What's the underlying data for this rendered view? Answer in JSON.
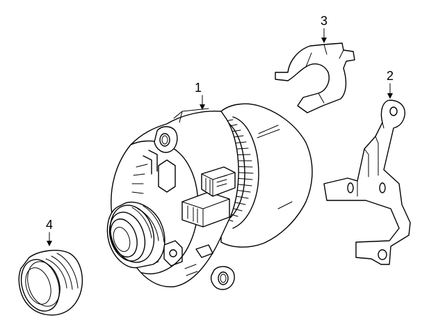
{
  "callouts": [
    {
      "id": "alternator",
      "label": "1"
    },
    {
      "id": "bracket",
      "label": "2"
    },
    {
      "id": "cover",
      "label": "3"
    },
    {
      "id": "pulley",
      "label": "4"
    }
  ],
  "colors": {
    "line": "#000000",
    "background": "#ffffff"
  }
}
